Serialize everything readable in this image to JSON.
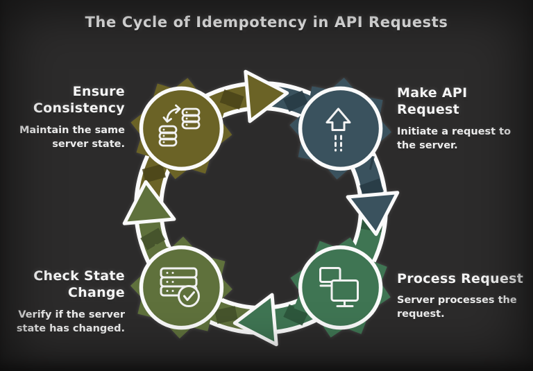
{
  "title": "The Cycle of Idempotency in API Requests",
  "steps": [
    {
      "id": "make-api-request",
      "title": "Make API Request",
      "desc": "Initiate a request to the server.",
      "color": "#3a525e",
      "color_dark": "#273a44",
      "icon": "upload-arrow-icon",
      "position": "top-right"
    },
    {
      "id": "process-request",
      "title": "Process Request",
      "desc": "Server processes the request.",
      "color": "#3f7553",
      "color_dark": "#2b5239",
      "icon": "monitors-icon",
      "position": "bottom-right"
    },
    {
      "id": "check-state-change",
      "title": "Check State Change",
      "desc": "Verify if the server state has changed.",
      "color": "#5f713c",
      "color_dark": "#42502a",
      "icon": "server-check-icon",
      "position": "bottom-left"
    },
    {
      "id": "ensure-consistency",
      "title": "Ensure Consistency",
      "desc": "Maintain the same server state.",
      "color": "#6b6326",
      "color_dark": "#4a4419",
      "icon": "sync-databases-icon",
      "position": "top-left"
    }
  ],
  "colors": {
    "background": "#2c2b2b",
    "outline": "#fafafa",
    "text": "#f4f4f4"
  }
}
